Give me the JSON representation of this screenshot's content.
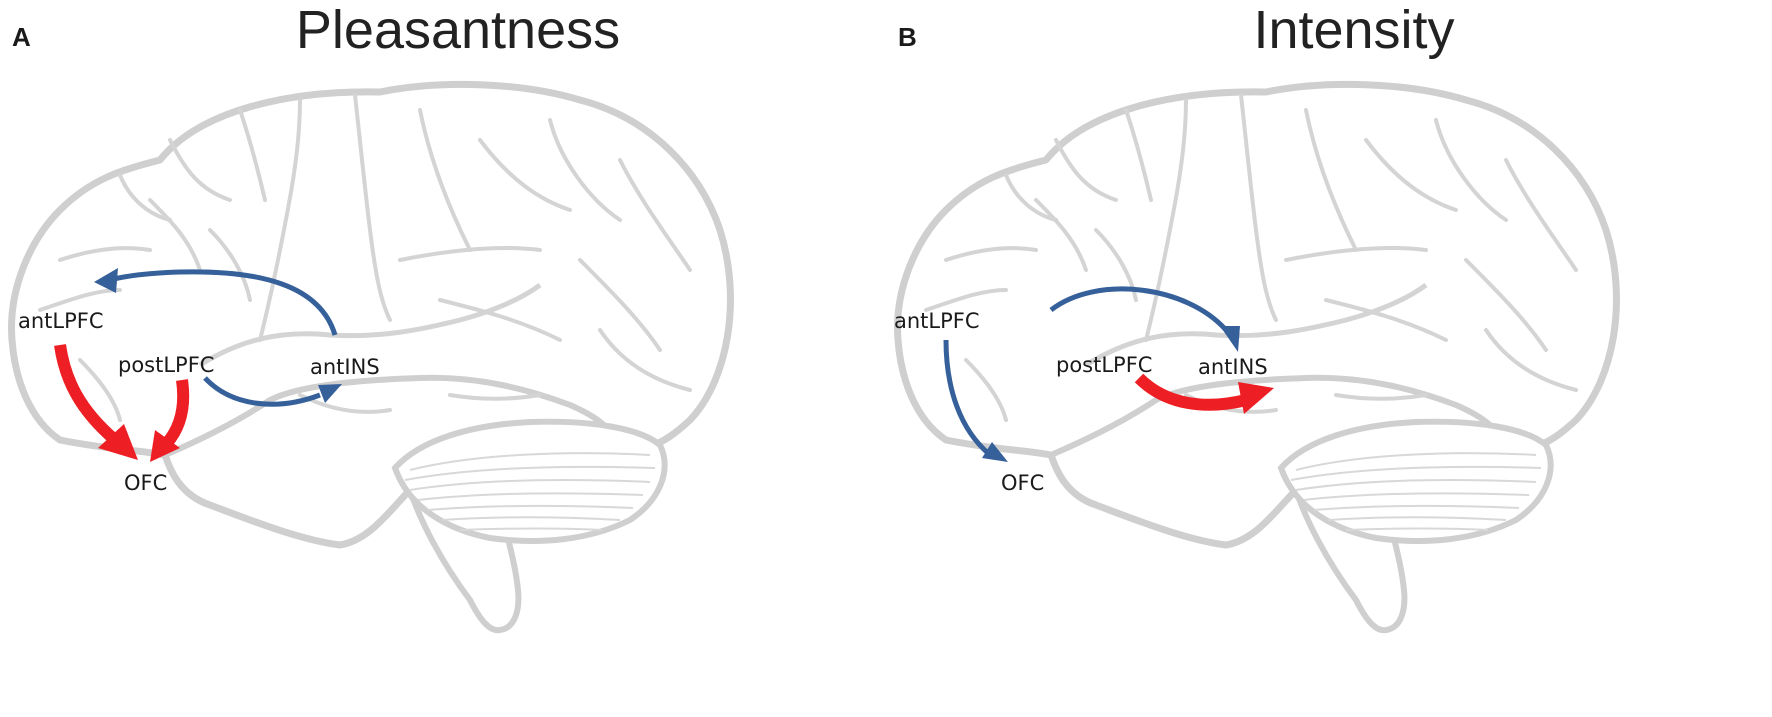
{
  "panels": [
    {
      "letter": "A",
      "title": "Pleasantness",
      "regions": {
        "antLPFC": "antLPFC",
        "postLPFC": "postLPFC",
        "antINS": "antINS",
        "OFC": "OFC"
      },
      "connections": [
        {
          "from": "antINS",
          "to": "antLPFC",
          "sign": "negative"
        },
        {
          "from": "postLPFC",
          "to": "antINS",
          "sign": "negative"
        },
        {
          "from": "antLPFC",
          "to": "OFC",
          "sign": "positive"
        },
        {
          "from": "postLPFC",
          "to": "OFC",
          "sign": "positive"
        }
      ]
    },
    {
      "letter": "B",
      "title": "Intensity",
      "regions": {
        "antLPFC": "antLPFC",
        "postLPFC": "postLPFC",
        "antINS": "antINS",
        "OFC": "OFC"
      },
      "connections": [
        {
          "from": "antLPFC",
          "to": "antINS",
          "sign": "negative"
        },
        {
          "from": "antLPFC",
          "to": "OFC",
          "sign": "negative"
        },
        {
          "from": "postLPFC",
          "to": "antINS",
          "sign": "positive"
        }
      ]
    }
  ],
  "colors": {
    "positive": "#ee1f24",
    "negative": "#35609a",
    "brain_outline": "#cfcfcf",
    "brain_sulci": "#d4d4d4"
  }
}
